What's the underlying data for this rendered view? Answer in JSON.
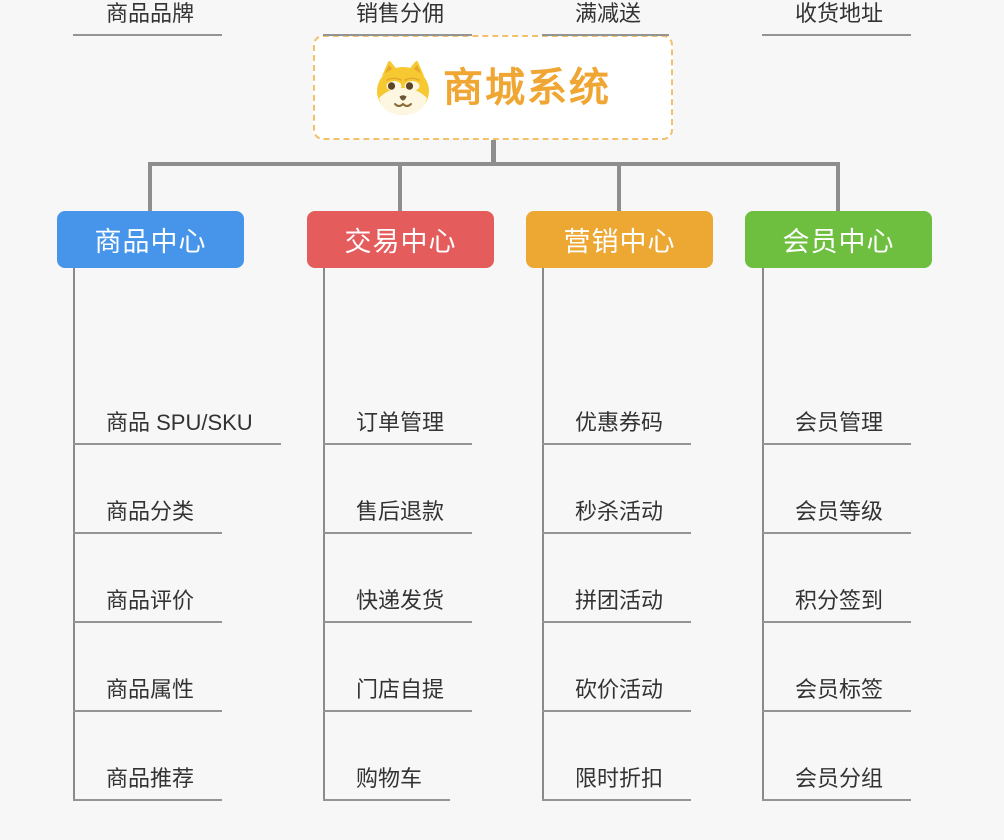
{
  "root": {
    "title": "商城系统",
    "icon": "dog-face-icon"
  },
  "colors": {
    "root_text": "#f0a633",
    "root_border": "#f3c06c",
    "connector": "#8e8e8e",
    "leaf_text": "#333333",
    "branch_product": "#4795ea",
    "branch_trade": "#e45c5c",
    "branch_marketing": "#eda733",
    "branch_member": "#6ebe3f"
  },
  "branches": [
    {
      "label": "商品中心",
      "color": "#4795ea",
      "items": [
        "商品 SPU/SKU",
        "商品分类",
        "商品评价",
        "商品属性",
        "商品推荐",
        "商品品牌"
      ]
    },
    {
      "label": "交易中心",
      "color": "#e45c5c",
      "items": [
        "订单管理",
        "售后退款",
        "快递发货",
        "门店自提",
        "购物车",
        "销售分佣"
      ]
    },
    {
      "label": "营销中心",
      "color": "#eda733",
      "items": [
        "优惠券码",
        "秒杀活动",
        "拼团活动",
        "砍价活动",
        "限时折扣",
        "满减送"
      ]
    },
    {
      "label": "会员中心",
      "color": "#6ebe3f",
      "items": [
        "会员管理",
        "会员等级",
        "积分签到",
        "会员标签",
        "会员分组",
        "收货地址"
      ]
    }
  ]
}
